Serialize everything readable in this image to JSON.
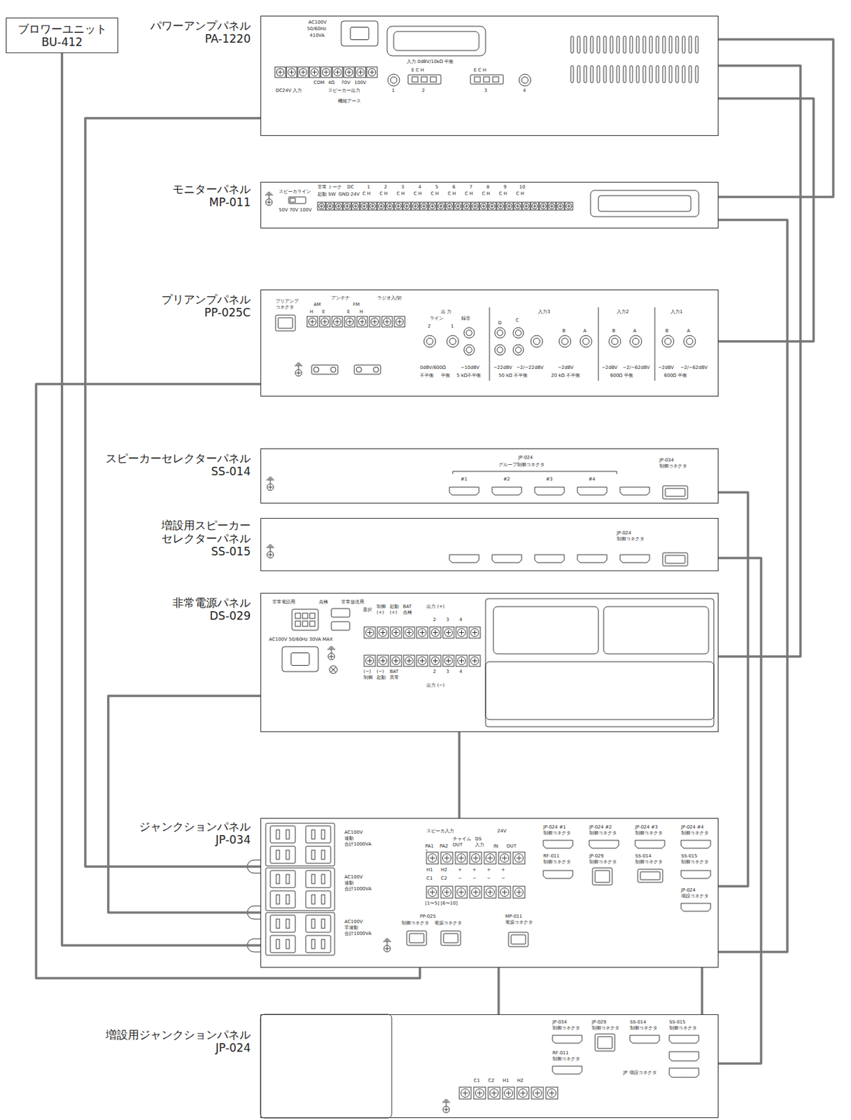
{
  "diagram": {
    "nodes": [
      {
        "text": [
          "ブロワーユニット BU-412"
        ]
      },
      {
        "text": [
          "パワーアンプパネル PA-1220"
        ]
      },
      {
        "text": [
          "モニターパネル MP-011"
        ]
      },
      {
        "text": [
          "プリアンプパネル PP-025C"
        ]
      },
      {
        "text": [
          "スピーカーセレクターパネル SS-014"
        ]
      },
      {
        "text": [
          "増設用スピーカー セレクターパネル SS-015"
        ]
      },
      {
        "text": [
          "非常電源パネル DS-029"
        ]
      },
      {
        "text": [
          "ジャンクションパネル JP-034"
        ]
      },
      {
        "text": [
          "増設用ジャンクションパネル JP-024"
        ]
      }
    ],
    "edges": [
      {
        "from": 0,
        "to": 7,
        "arrow": "none"
      },
      {
        "from": 1,
        "to": 7,
        "arrow": "none"
      },
      {
        "from": 1,
        "to": 2,
        "arrow": "none"
      },
      {
        "from": 3,
        "to": 1,
        "arrow": "none"
      },
      {
        "from": 1,
        "to": 6,
        "arrow": "none"
      },
      {
        "from": 2,
        "to": 7,
        "arrow": "none"
      },
      {
        "from": 3,
        "to": 7,
        "arrow": "none"
      },
      {
        "from": 4,
        "to": 7,
        "arrow": "none"
      },
      {
        "from": 5,
        "to": 8,
        "arrow": "none"
      },
      {
        "from": 6,
        "to": 7,
        "arrow": "none"
      },
      {
        "from": 6,
        "to": 7,
        "arrow": "none"
      },
      {
        "from": 7,
        "to": 8,
        "arrow": "none"
      },
      {
        "from": 7,
        "to": 8,
        "arrow": "none"
      }
    ],
    "labels": [
      "AC100V",
      "50/60Hz",
      "410VA",
      "DC24V 入力",
      "COM",
      "4Ω",
      "70V",
      "100V",
      "スピーカー出力",
      "入力 0dBV/10kΩ 平衡",
      "E C H",
      "E C H",
      "機能アース",
      "1",
      "2",
      "3",
      "4",
      "スピーカライン",
      "50V 70V 100V",
      "非常 トーク",
      "起動 SW",
      "DC",
      "GND 24V",
      "1",
      "2",
      "3",
      "4",
      "5",
      "6",
      "7",
      "8",
      "9",
      "10",
      "C H",
      "C H",
      "C H",
      "C H",
      "C H",
      "C H",
      "C H",
      "C H",
      "C H",
      "C H",
      "プリアンプ コネクタ",
      "アンテナ",
      "AM",
      "FM",
      "H",
      "E",
      "E",
      "H",
      "ラジオ入/切",
      "出 力",
      "ライン",
      "録音",
      "2",
      "1",
      "入力3",
      "D",
      "C",
      "B",
      "A",
      "入力2",
      "B",
      "A",
      "入力1",
      "B",
      "A",
      "0dBV/600Ω",
      "不平衡",
      "平衡",
      "−10dBV",
      "5 kΩ不平衡",
      "−22dBV",
      "−2/−22dBV",
      "50 kΩ 不平衡",
      "−2dBV",
      "20 kΩ 不平衡",
      "−2dBV",
      "−2/−62dBV",
      "600Ω 平衡",
      "−2dBV",
      "−2/−62dBV",
      "600Ω 平衡",
      "JP-024",
      "グループ制御コネクタ",
      "#1",
      "#2",
      "#3",
      "#4",
      "JP-034 制御コネクタ",
      "JP-024 制御コネクタ",
      "非常電話用",
      "点検",
      "非常放送用",
      "AC100V 50/60Hz 30VA MAX",
      "選択",
      "制御 (+)",
      "起動 (+)",
      "BAT 点検",
      "出力 (+)",
      "2",
      "3",
      "4",
      "(−) 制御",
      "(−) 起動",
      "BAT 異常",
      "2",
      "3",
      "4",
      "出力 (−)",
      "AC100V 連動 合計1000VA",
      "AC100V 連動 合計1000VA",
      "AC100V 非連動 合計1000VA",
      "スピーカ入力",
      "PA1",
      "PA2",
      "チャイム OUT",
      "DS 入力",
      "24V",
      "IN",
      "OUT",
      "H1",
      "H2",
      "+",
      "+",
      "+",
      "+",
      "C1",
      "C2",
      "−",
      "−",
      "−",
      "−",
      "[1〜5] [6〜10]",
      "JP-024 #1 制御コネクタ",
      "JP-024 #2 制御コネクタ",
      "JP-024 #3 制御コネクタ",
      "JP-024 #4 制御コネクタ",
      "RF-011 制御コネクタ",
      "JP-029 制御コネクタ",
      "SS-014 制御コネクタ",
      "SS-015 制御コネクタ",
      "JP-024 増設コネクタ",
      "PP-025",
      "制御コネクタ",
      "電源コネクタ",
      "MP-011 電源コネクタ",
      "JP-034 制御コネクタ",
      "JP-029 制御コネクタ",
      "SS-014 制御コネクタ",
      "SS-015 制御コネクタ",
      "RF-011 制御コネクタ",
      "JP 増設コネクタ",
      "C1",
      "C2",
      "H1",
      "H2"
    ]
  }
}
